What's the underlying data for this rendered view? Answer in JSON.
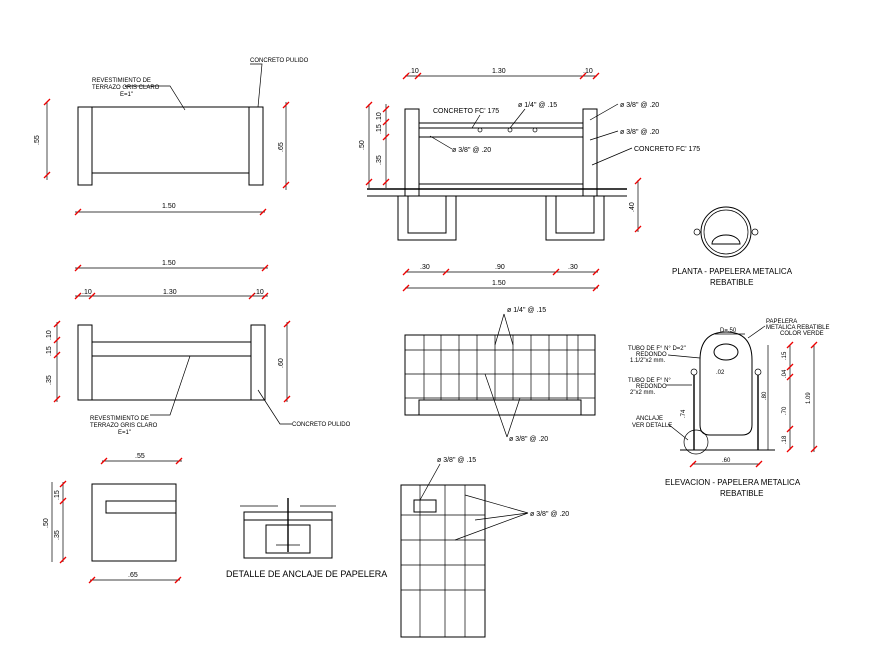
{
  "colors": {
    "line": "#000000",
    "tick": "#e00000",
    "background": "#ffffff"
  },
  "labels": {
    "revestimiento": "REVESTIMIENTO DE",
    "terrazo": "TERRAZO GRIS CLARO",
    "espesor": "E=1\"",
    "concreto_pulido": "CONCRETO PULIDO",
    "concreto_fc": "CONCRETO FC' 175",
    "phi_14_15": "ø 1/4\" @ .15",
    "phi_38_20": "ø 3/8\" @ .20",
    "phi_38_15": "ø 3/8\" @ .15",
    "planta_title": "PLANTA - PAPELERA METALICA",
    "rebatible": "REBATIBLE",
    "elevacion_title": "ELEVACION - PAPELERA METALICA",
    "detalle_title": "DETALLE DE ANCLAJE DE PAPELERA",
    "papelera": "PAPELERA",
    "metalica_rebatible": "METALICA REBATIBLE",
    "color_verde": "COLOR VERDE",
    "tubo1": "TUBO DE F° N° D=2\"",
    "tubo1b": "REDONDO",
    "tubo1c": "1.1/2\"x2 mm.",
    "tubo2": "TUBO DE F° N°",
    "tubo2b": "REDONDO",
    "tubo2c": "2\"x2 mm.",
    "anclaje": "ANCLAJE",
    "ver_detalle": "VER DETALLE"
  },
  "dims": {
    "d150": "1.50",
    "d130": "1.30",
    "d10": ".10",
    "d55": ".55",
    "d65": ".65",
    "d50": ".50",
    "d35": ".35",
    "d15": ".15",
    "d40": ".40",
    "d30": ".30",
    "d90": ".90",
    "d60": ".60",
    "d70": ".70",
    "d18": ".18",
    "d109": "1.09",
    "d80": ".80",
    "d74": ".74",
    "d050": "D=.50",
    "d02": ".02",
    "d04": ".04"
  }
}
